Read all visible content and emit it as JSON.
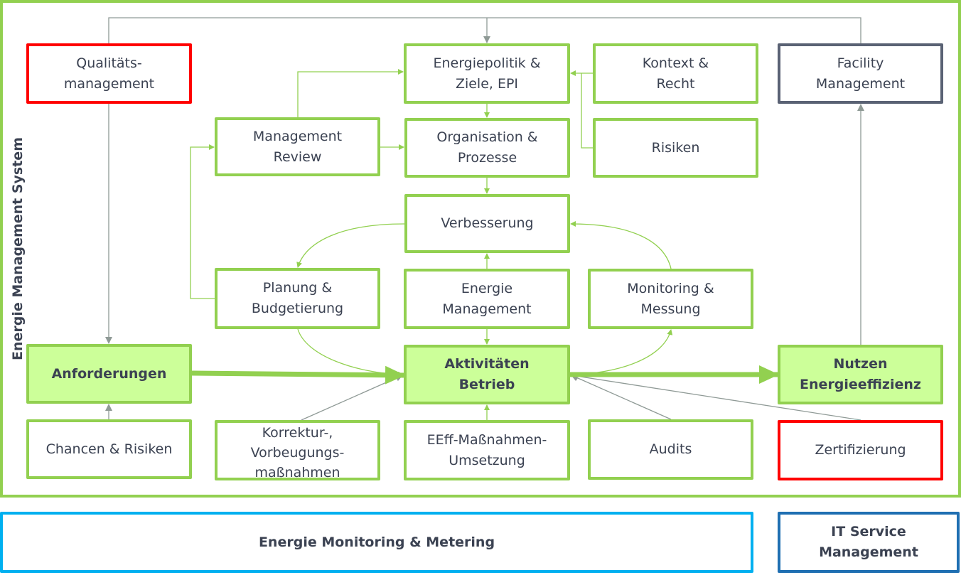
{
  "frame_label": "Energie Management System",
  "boxes": {
    "qualitaet": "Qualitäts-\nmanagement",
    "energiepolitik": "Energiepolitik &\nZiele, EPI",
    "kontext": "Kontext &\nRecht",
    "facility": "Facility\nManagement",
    "review": "Management\nReview",
    "organisation": "Organisation &\nProzesse",
    "risiken": "Risiken",
    "verbesserung": "Verbesserung",
    "planung": "Planung &\nBudgetierung",
    "energie_mgmt": "Energie\nManagement",
    "monitoring": "Monitoring &\nMessung",
    "anforderungen": "Anforderungen",
    "aktivitaeten": "Aktivitäten\nBetrieb",
    "nutzen": "Nutzen\nEnergieeffizienz",
    "chancen": "Chancen & Risiken",
    "korrektur": "Korrektur-,\nVorbeugungs-\nmaßnahmen",
    "eeff": "EEff-Maßnahmen-\nUmsetzung",
    "audits": "Audits",
    "zertifizierung": "Zertifizierung",
    "metering": "Energie Monitoring & Metering",
    "itsm": "IT Service\nManagement"
  },
  "colors": {
    "green": "#92d050",
    "light_green": "#ccff99",
    "red": "#ff0000",
    "gray": "#8f9a96",
    "slate": "#5a6274",
    "cyan": "#00b0f0",
    "blue": "#1f6fb2"
  }
}
